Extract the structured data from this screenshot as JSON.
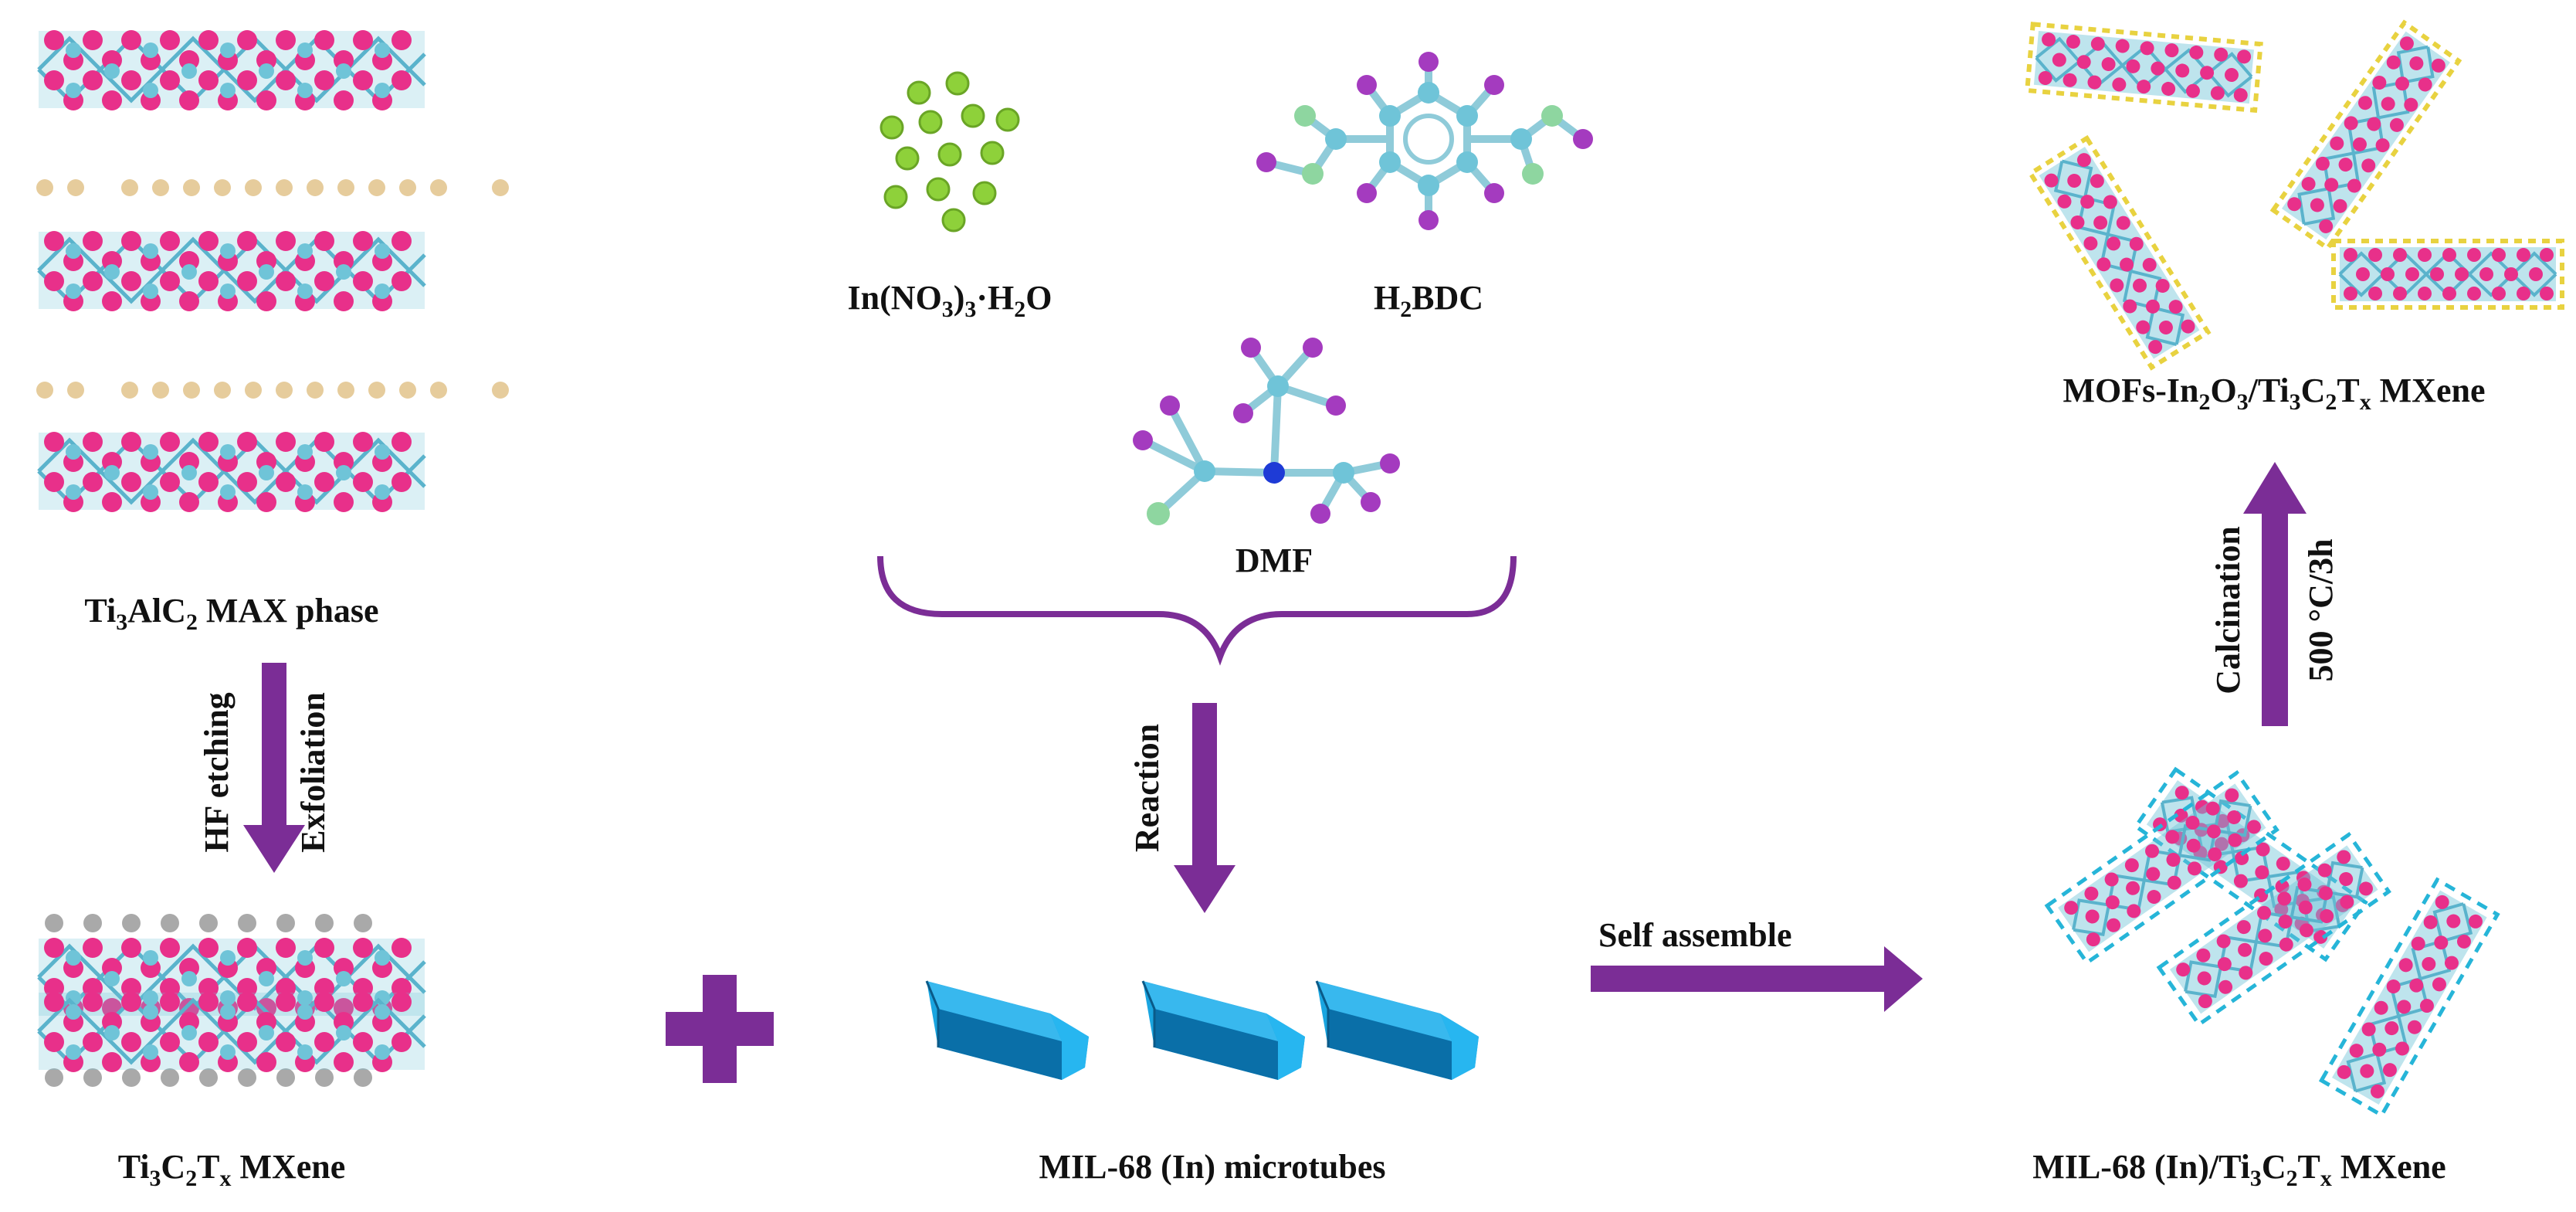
{
  "labels": {
    "max_phase": "Ti3AlC2 MAX phase",
    "mxene": "Ti3C2Tx MXene",
    "precursor": "In(NO3)3·H2O",
    "linker": "H2BDC",
    "solvent": "DMF",
    "microtubes": "MIL-68 (In) microtubes",
    "composite": "MIL-68 (In)/Ti3C2Tx MXene",
    "product": "MOFs-In2O3/Ti3C2Tx MXene"
  },
  "steps": {
    "etching": "HF etching",
    "exfoliation": "Exfoliation",
    "reaction": "Reaction",
    "self_assemble": "Self assemble",
    "calcination": "Calcination",
    "conditions": "500 °C/3h"
  },
  "icons": {
    "max_phase": "layered-crystal-structure",
    "mxene": "mxene-layer-structure",
    "precursor": "indium-nitrate-particles",
    "linker": "h2bdc-molecule",
    "solvent": "dmf-molecule",
    "microtubes": "hexagonal-rod",
    "plus": "plus-sign",
    "brace": "curly-brace",
    "arrow": "process-arrow"
  },
  "colors": {
    "arrow": "#7b2d96",
    "pink_atom": "#e8308a",
    "ti_atom": "#6fc4d8",
    "al_atom": "#e6cc9c",
    "t_atom": "#a9a9a9",
    "green_atom": "#8ed13a",
    "purple_atom": "#a43bbf",
    "rod": "#1aa5e0",
    "rod_dark": "#0a6fa8",
    "yellow_term": "#e8d240",
    "n_atom": "#1e3bd6"
  }
}
